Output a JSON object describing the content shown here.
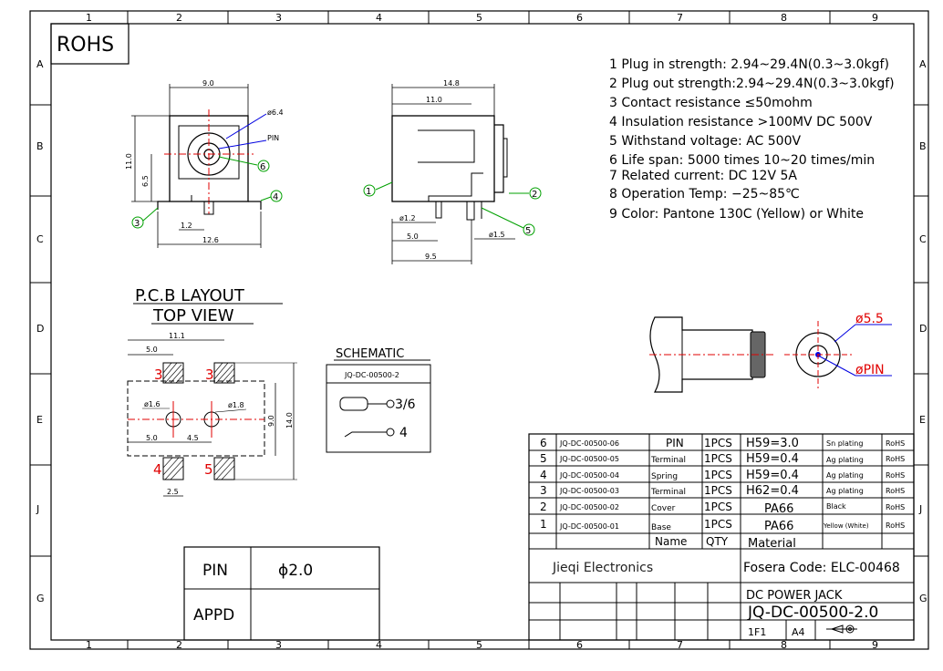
{
  "frame": {
    "top_cols": [
      "1",
      "2",
      "3",
      "4",
      "5",
      "6",
      "7",
      "8",
      "9"
    ],
    "side_rows": [
      "A",
      "B",
      "C",
      "D",
      "E",
      "J",
      "G"
    ]
  },
  "rohs": "ROHS",
  "specs": [
    "1 Plug in strength: 2.94~29.4N(0.3~3.0kgf)",
    "2 Plug out strength:2.94~29.4N(0.3~3.0kgf)",
    "3 Contact resistance ≤50mohm",
    "4 Insulation resistance >100MV DC 500V",
    "5 Withstand voltage: AC 500V",
    "6 Life span: 5000 times 10~20 times/min",
    "7 Related current: DC 12V 5A",
    "8 Operation Temp: −25~85℃",
    "9 Color: Pantone 130C (Yellow) or White"
  ],
  "front": {
    "d9": "9.0",
    "d64": "ø6.4",
    "pin": "PIN",
    "d11": "11.0",
    "d65": "6.5",
    "d12": "1.2",
    "d126": "12.6",
    "b6": "6",
    "b4": "4",
    "b3": "3"
  },
  "side": {
    "d148": "14.8",
    "d110": "11.0",
    "d12": "ø1.2",
    "d50": "5.0",
    "d15": "ø1.5",
    "d95": "9.5",
    "b1": "1",
    "b2": "2",
    "b5": "5"
  },
  "pcb": {
    "title1": "P.C.B LAYOUT",
    "title2": "TOP VIEW",
    "d111": "11.1",
    "d50": "5.0",
    "d16": "ø1.6",
    "d18": "ø1.8",
    "d50b": "5.0",
    "d45": "4.5",
    "d90": "9.0",
    "d140": "14.0",
    "d25": "2.5",
    "n3a": "3",
    "n3b": "3",
    "n4": "4",
    "n5": "5"
  },
  "schematic": {
    "title": "SCHEMATIC",
    "part": "JQ-DC-00500-2",
    "l1": "3/6",
    "l2": "4"
  },
  "plug": {
    "d55": "ø5.5",
    "dpin": "øPIN"
  },
  "pin_box": {
    "pin": "PIN",
    "val": "ϕ2.0",
    "appd": "APPD"
  },
  "bom": [
    {
      "no": "6",
      "code": "JQ-DC-00500-06",
      "name": "PIN",
      "qty": "1PCS",
      "mat": "H59=3.0",
      "fin": "Sn plating",
      "rohs": "RoHS"
    },
    {
      "no": "5",
      "code": "JQ-DC-00500-05",
      "name": "Terminal",
      "qty": "1PCS",
      "mat": "H59=0.4",
      "fin": "Ag plating",
      "rohs": "RoHS"
    },
    {
      "no": "4",
      "code": "JQ-DC-00500-04",
      "name": "Spring",
      "qty": "1PCS",
      "mat": "H59=0.4",
      "fin": "Ag plating",
      "rohs": "RoHS"
    },
    {
      "no": "3",
      "code": "JQ-DC-00500-03",
      "name": "Terminal",
      "qty": "1PCS",
      "mat": "H62=0.4",
      "fin": "Ag plating",
      "rohs": "RoHS"
    },
    {
      "no": "2",
      "code": "JQ-DC-00500-02",
      "name": "Cover",
      "qty": "1PCS",
      "mat": "PA66",
      "fin": "Black",
      "rohs": "RoHS"
    },
    {
      "no": "1",
      "code": "JQ-DC-00500-01",
      "name": "Base",
      "qty": "1PCS",
      "mat": "PA66",
      "fin": "Yellow (White)",
      "rohs": "RoHS"
    }
  ],
  "bom_head": {
    "name": "Name",
    "qty": "QTY",
    "mat": "Material"
  },
  "title_block": {
    "company": "Jieqi Electronics",
    "code": "Fosera Code: ELC-00468",
    "desc": "DC POWER JACK",
    "part": "JQ-DC-00500-2.0",
    "sheet": "1F1",
    "size": "A4"
  }
}
